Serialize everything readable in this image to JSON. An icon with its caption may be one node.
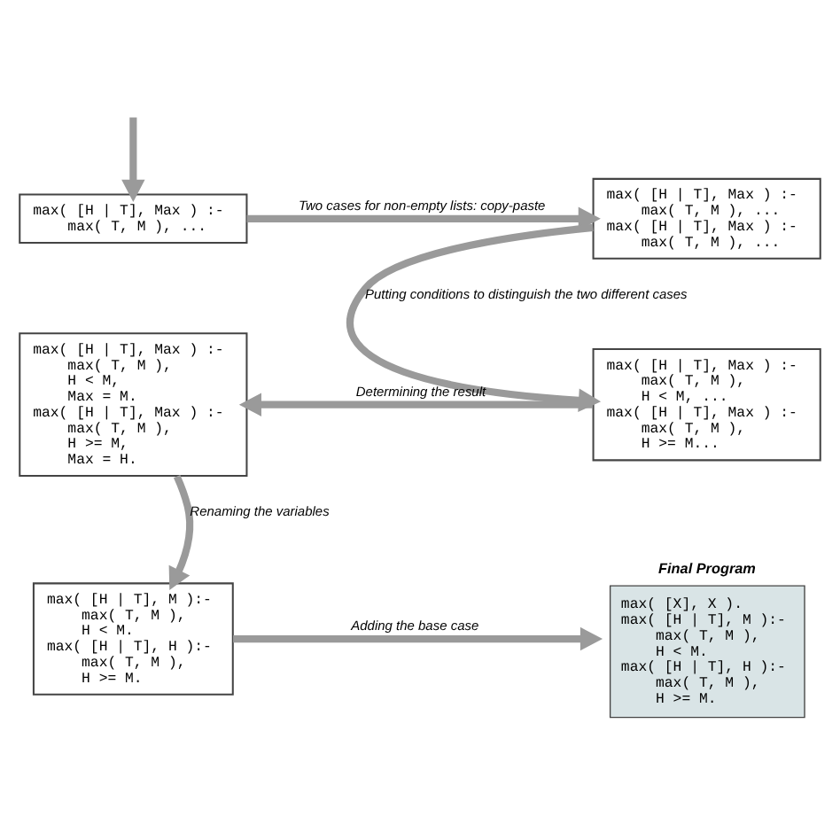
{
  "diagram": {
    "nodes": [
      {
        "text": [
          "max( [H | T], Max ) :-",
          "    max( T, M ), ..."
        ]
      },
      {
        "text": [
          "max( [H | T], Max ) :-",
          "    max( T, M ), ...",
          "max( [H | T], Max ) :-",
          "    max( T, M ), ..."
        ]
      },
      {
        "text": [
          "max( [H | T], Max ) :-",
          "    max( T, M ),",
          "    H < M, ...",
          "max( [H | T], Max ) :-",
          "    max( T, M ),",
          "    H >= M..."
        ]
      },
      {
        "text": [
          "max( [H | T], Max ) :-",
          "    max( T, M ),",
          "    H < M,",
          "    Max = M.",
          "max( [H | T], Max ) :-",
          "    max( T, M ),",
          "    H >= M,",
          "    Max = H."
        ]
      },
      {
        "text": [
          "max( [H | T], M ):-",
          "    max( T, M ),",
          "    H < M.",
          "max( [H | T], H ):-",
          "    max( T, M ),",
          "    H >= M."
        ]
      },
      {
        "text": [
          "Final Program",
          "max( [X], X ).",
          "max( [H | T], M ):-",
          "    max( T, M ),",
          "    H < M.",
          "max( [H | T], H ):-",
          "    max( T, M ),",
          "    H >= M."
        ]
      }
    ],
    "edges": [
      {
        "from": null,
        "to": 0,
        "arrow": "to"
      },
      {
        "from": 0,
        "to": 1,
        "arrow": "to",
        "label": "Two cases for non-empty lists: copy-paste"
      },
      {
        "from": 1,
        "to": 2,
        "arrow": "to",
        "label": "Putting conditions to distinguish the two different cases"
      },
      {
        "from": 2,
        "to": 3,
        "arrow": "to",
        "label": "Determining the result"
      },
      {
        "from": 3,
        "to": 4,
        "arrow": "to",
        "label": "Renaming the variables"
      },
      {
        "from": 4,
        "to": 5,
        "arrow": "to",
        "label": "Adding the base case"
      }
    ]
  }
}
